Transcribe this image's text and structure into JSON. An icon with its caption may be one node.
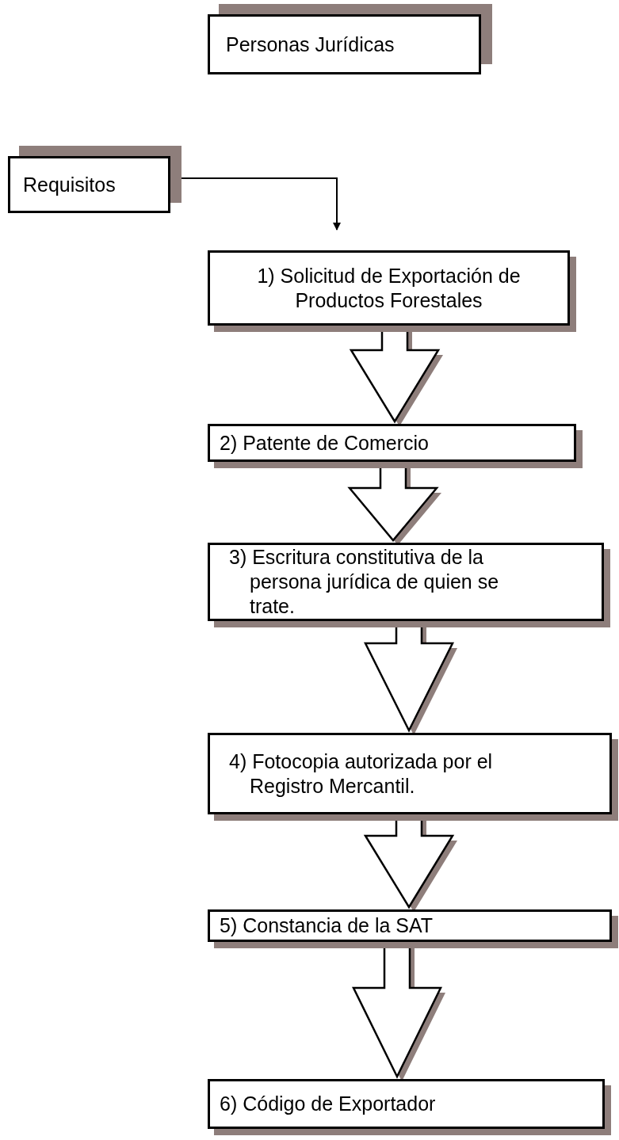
{
  "diagram": {
    "nodes": [
      {
        "text": [
          "Personas Jurídicas"
        ]
      },
      {
        "text": [
          "Requisitos"
        ]
      },
      {
        "text": [
          "1) Solicitud de Exportación de Productos Forestales"
        ]
      },
      {
        "text": [
          "2) Patente de Comercio"
        ]
      },
      {
        "text": [
          "3) Escritura constitutiva de la persona jurídica de quien se trate."
        ]
      },
      {
        "text": [
          "4) Fotocopia autorizada por el Registro Mercantil."
        ]
      },
      {
        "text": [
          "5) Constancia de la SAT"
        ]
      },
      {
        "text": [
          "6) Código de Exportador"
        ]
      }
    ],
    "edges": [
      {
        "from": 1,
        "to": 2,
        "arrow": "to"
      },
      {
        "from": 2,
        "to": 3,
        "arrow": "to"
      },
      {
        "from": 3,
        "to": 4,
        "arrow": "to"
      },
      {
        "from": 4,
        "to": 5,
        "arrow": "to"
      },
      {
        "from": 5,
        "to": 6,
        "arrow": "to"
      },
      {
        "from": 6,
        "to": 7,
        "arrow": "to"
      }
    ]
  }
}
